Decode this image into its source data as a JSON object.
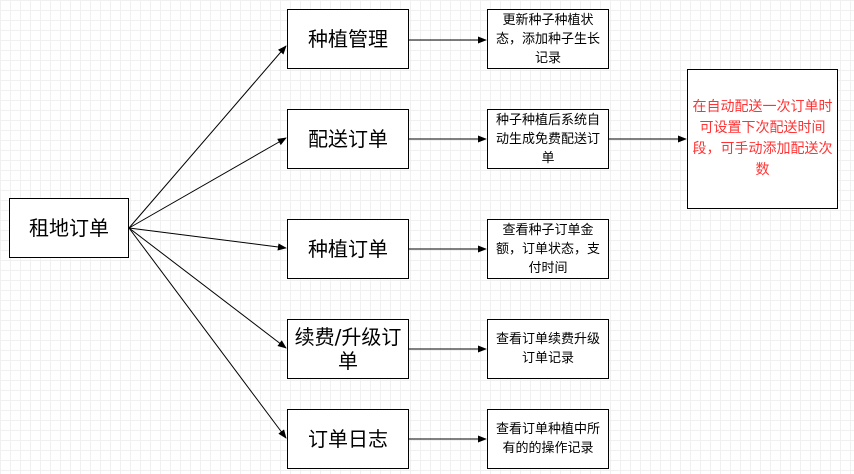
{
  "nodes": {
    "root": "租地订单",
    "planting_mgmt": "种植管理",
    "delivery_order": "配送订单",
    "planting_order": "种植订单",
    "renew_upgrade": "续费/升级订单",
    "order_log": "订单日志",
    "planting_mgmt_desc": "更新种子种植状态，添加种子生长记录",
    "delivery_order_desc": "种子种植后系统自动生成免费配送订单",
    "planting_order_desc": "查看种子订单金额，订单状态，支付时间",
    "renew_upgrade_desc": "查看订单续费升级订单记录",
    "order_log_desc": "查看订单种植中所有的的操作记录",
    "delivery_note": "在自动配送一次订单时可设置下次配送时间段，可手动添加配送次数"
  },
  "colors": {
    "note_text": "#ff3333",
    "line": "#000000",
    "grid": "#f0f0f0"
  }
}
